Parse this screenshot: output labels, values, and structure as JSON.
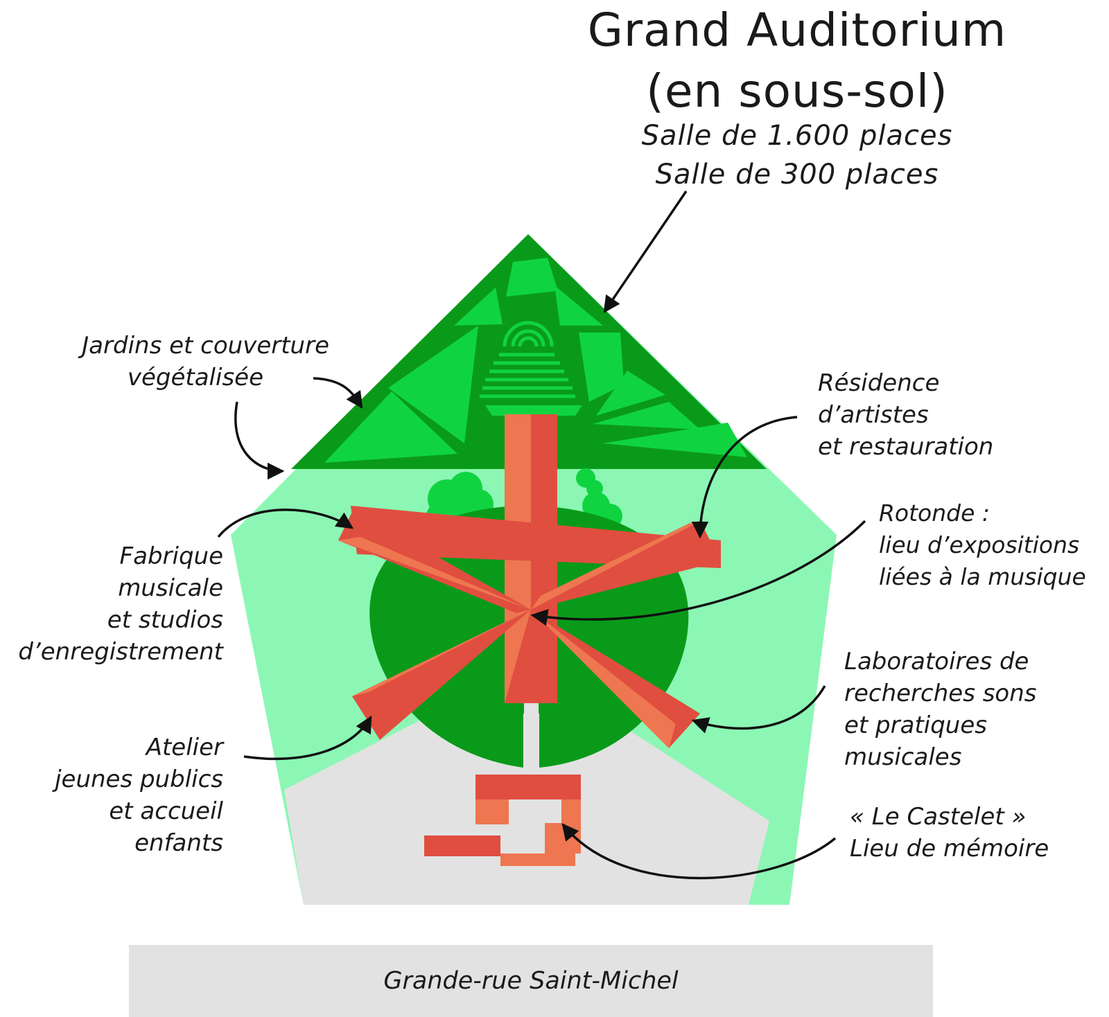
{
  "title": {
    "line1": "Grand Auditorium",
    "line2": "(en sous-sol)",
    "line3": "Salle de 1.600 places",
    "line4": "Salle de 300 places"
  },
  "labels": {
    "jardins": [
      "Jardins et couverture",
      "végétalisée"
    ],
    "residence": [
      "Résidence",
      "d’artistes",
      "et restauration"
    ],
    "rotonde": [
      "Rotonde :",
      "lieu d’expositions",
      "liées à la musique"
    ],
    "fabrique": [
      "Fabrique",
      "musicale",
      "et studios",
      "d’enregistrement"
    ],
    "laboratoires": [
      "Laboratoires de",
      "recherches sons",
      "et pratiques",
      "musicales"
    ],
    "atelier": [
      "Atelier",
      "jeunes publics",
      "et accueil",
      "enfants"
    ],
    "castelet": [
      "« Le Castelet »",
      "Lieu de mémoire"
    ]
  },
  "street": "Grande-rue Saint-Michel",
  "colors": {
    "dark_green": "#0a9a1a",
    "mid_green": "#0fd440",
    "light_green": "#8cf7b4",
    "courtyard_grey": "#e2e2e2",
    "red": "#e04e40",
    "salmon": "#ee7650",
    "arrow": "#111111"
  }
}
